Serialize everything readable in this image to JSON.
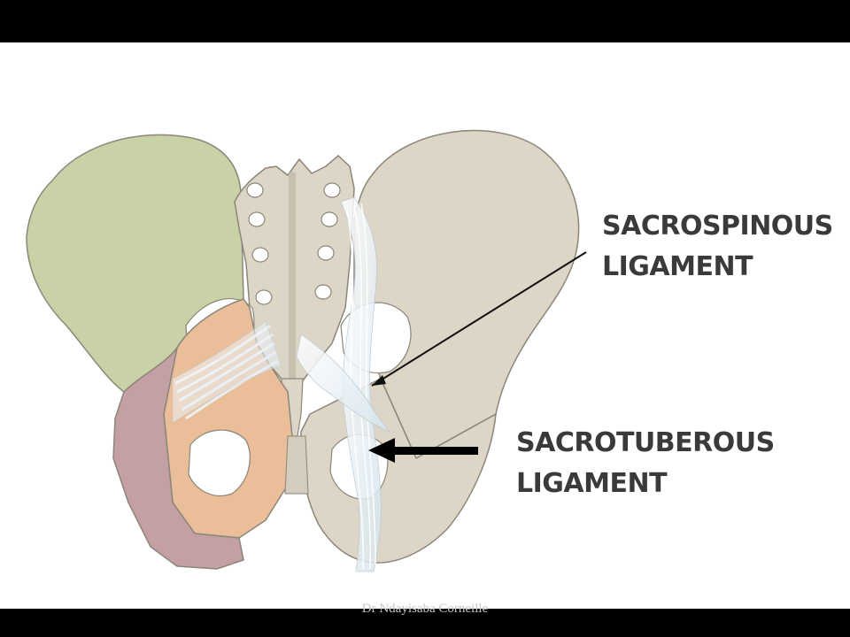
{
  "diagram": {
    "labels": {
      "sacrospinous": {
        "line1": "SACROSPINOUS",
        "line2": "LIGAMENT"
      },
      "sacrotuberous": {
        "line1": "SACROTUBEROUS",
        "line2": "LIGAMENT"
      }
    },
    "colors": {
      "ilium_left": "#c9d1a6",
      "bone": "#ddd6c7",
      "pubis": "#e9be98",
      "ischium": "#c4a0a4",
      "ligament": "#eef3f7",
      "bone_outline": "#8b8679",
      "label_text": "#3a3a3a"
    }
  },
  "footer": {
    "credit": "Dr Ndayisaba Corneille"
  }
}
